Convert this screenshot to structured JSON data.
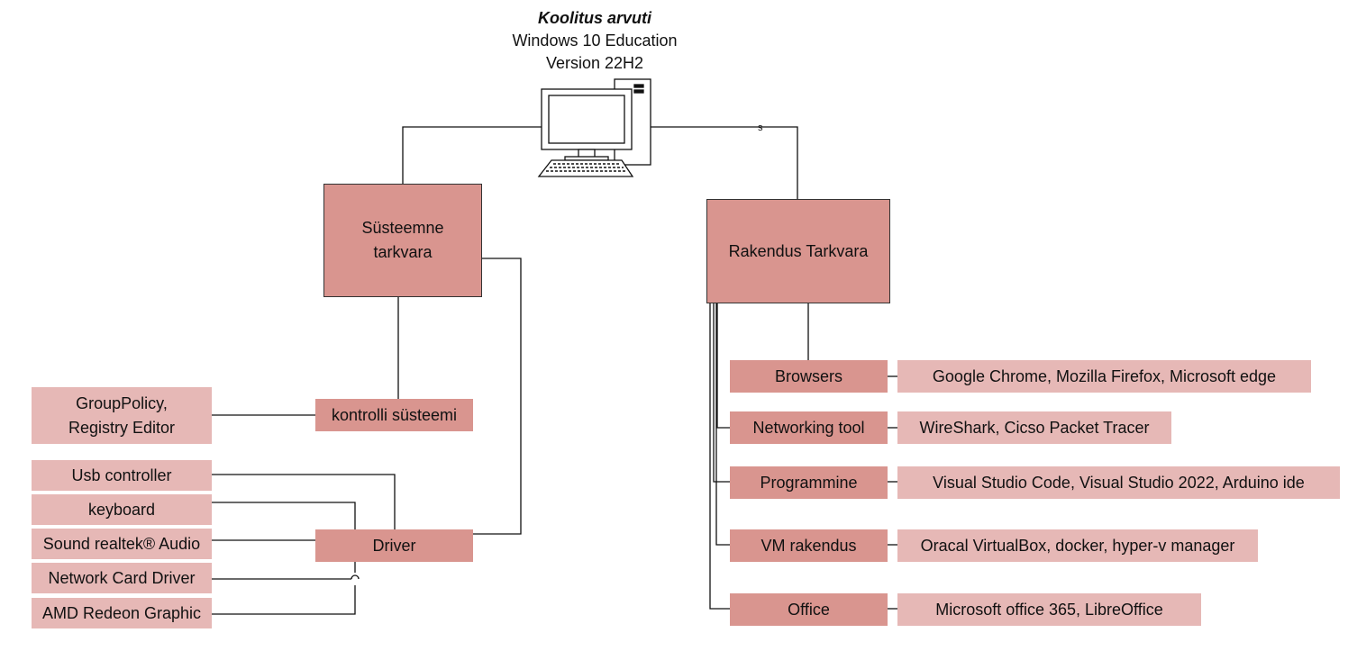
{
  "header": {
    "title": "Koolitus arvuti",
    "os": "Windows 10 Education",
    "version": "Version 22H2"
  },
  "system": {
    "title": "Süsteemne tarkvara",
    "control": {
      "label": "kontrolli süsteemi",
      "items": [
        "GroupPolicy, Registry Editor"
      ]
    },
    "driver": {
      "label": "Driver",
      "items": [
        "Usb controller",
        "keyboard",
        "Sound realtek® Audio",
        "Network Card Driver",
        "AMD Redeon Graphic"
      ]
    }
  },
  "application": {
    "title": "Rakendus Tarkvara",
    "connector_mark": "s",
    "categories": [
      {
        "label": "Browsers",
        "apps": "Google Chrome, Mozilla Firefox, Microsoft edge"
      },
      {
        "label": "Networking tool",
        "apps": "WireShark, Cicso Packet Tracer"
      },
      {
        "label": "Programmine",
        "apps": "Visual Studio Code, Visual Studio 2022, Arduino ide"
      },
      {
        "label": "VM rakendus",
        "apps": "Oracal VirtualBox, docker, hyper-v manager"
      },
      {
        "label": "Office",
        "apps": "Microsoft office 365, LibreOffice"
      }
    ]
  },
  "colors": {
    "main": "#d9958f",
    "light": "#e6b8b6",
    "line": "#111111"
  }
}
